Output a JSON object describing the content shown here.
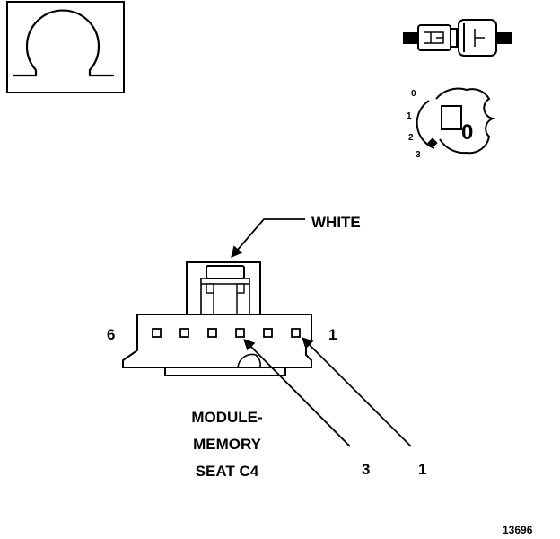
{
  "symbol": {
    "icon": "ohm-omega-icon"
  },
  "connector_views": {
    "inline_icon": "inline-connector-icon",
    "key_icon": "ignition-key-icon",
    "key_positions": [
      "3",
      "2",
      "1",
      "0"
    ],
    "key_label": "0"
  },
  "connector": {
    "color_label": "WHITE",
    "left_cavity_label": "6",
    "right_cavity_label": "1",
    "name_line1": "MODULE-",
    "name_line2": "MEMORY",
    "name_line3": "SEAT C4",
    "callout_3": "3",
    "callout_1": "1"
  },
  "figure_number": "13696"
}
